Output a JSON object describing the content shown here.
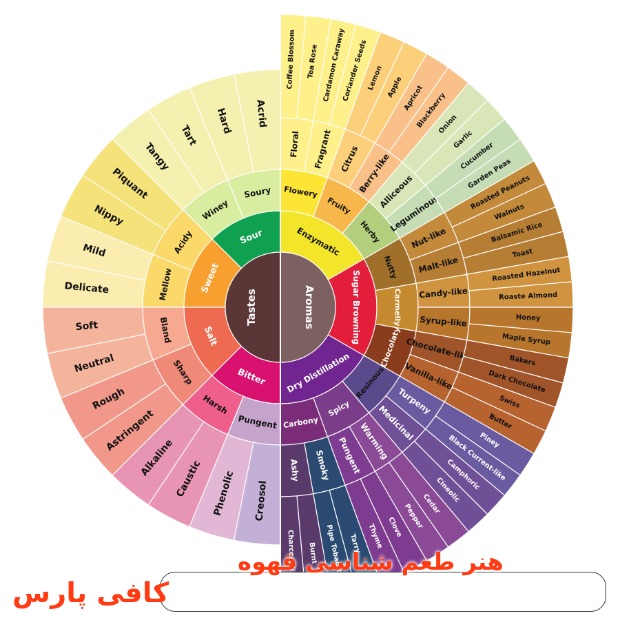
{
  "center": {
    "tastes_label": "Tastes",
    "aromas_label": "Aromas",
    "tastes_color": "#5b3636",
    "aromas_color": "#7d6060"
  },
  "tastes": [
    {
      "label": "Sour",
      "color": "#0fa050",
      "light": true,
      "subs": [
        {
          "label": "Soury",
          "color": "#d9eda0",
          "leaves": [
            {
              "label": "Acrid",
              "color": "#f4f0b0"
            },
            {
              "label": "Hard",
              "color": "#f4f0b0"
            }
          ]
        },
        {
          "label": "Winey",
          "color": "#d9eda0",
          "leaves": [
            {
              "label": "Tart",
              "color": "#f4f0b0"
            },
            {
              "label": "Tangy",
              "color": "#f4f0b0"
            }
          ]
        }
      ]
    },
    {
      "label": "Sweet",
      "color": "#f7a030",
      "light": true,
      "subs": [
        {
          "label": "Acidy",
          "color": "#fad86a",
          "leaves": [
            {
              "label": "Piquant",
              "color": "#f6e27a"
            },
            {
              "label": "Nippy",
              "color": "#f6e27a"
            }
          ]
        },
        {
          "label": "Mellow",
          "color": "#fad86a",
          "leaves": [
            {
              "label": "Mild",
              "color": "#fbedb0"
            },
            {
              "label": "Delicate",
              "color": "#fbedb0"
            }
          ]
        }
      ]
    },
    {
      "label": "Salt",
      "color": "#ee6a50",
      "light": true,
      "subs": [
        {
          "label": "Bland",
          "color": "#f7a890",
          "leaves": [
            {
              "label": "Soft",
              "color": "#f4b49c"
            },
            {
              "label": "Neutral",
              "color": "#f4b49c"
            }
          ]
        },
        {
          "label": "Sharp",
          "color": "#f08a78",
          "leaves": [
            {
              "label": "Rough",
              "color": "#f2988a"
            },
            {
              "label": "Astringent",
              "color": "#f2988a"
            }
          ]
        }
      ]
    },
    {
      "label": "Bitter",
      "color": "#d8126e",
      "light": true,
      "subs": [
        {
          "label": "Harsh",
          "color": "#ee5f8c",
          "leaves": [
            {
              "label": "Alkaline",
              "color": "#e894b4"
            },
            {
              "label": "Caustic",
              "color": "#e894b4"
            }
          ]
        },
        {
          "label": "Pungent",
          "color": "#c5a4cc",
          "leaves": [
            {
              "label": "Phenolic",
              "color": "#e2b7d6"
            },
            {
              "label": "Creosol",
              "color": "#c3b0d6"
            }
          ]
        }
      ]
    }
  ],
  "aromas": [
    {
      "label": "Enzymatic",
      "color": "#f2e52a",
      "light": false,
      "subs": [
        {
          "label": "Flowery",
          "color": "#fde535",
          "leaves": [
            {
              "label": "Floral",
              "color": "#fef08a",
              "outer": [
                "Coffee Blossom",
                "Tea Rose"
              ]
            },
            {
              "label": "Fragrant",
              "color": "#fef08a",
              "outer": [
                "Cardamon Caraway",
                "Coriander Seeds"
              ]
            }
          ]
        },
        {
          "label": "Fruity",
          "color": "#f8b74a",
          "leaves": [
            {
              "label": "Citrus",
              "color": "#fcd07a",
              "outer": [
                "Lemon",
                "Apple"
              ]
            },
            {
              "label": "Berry-like",
              "color": "#f9c089",
              "outer": [
                "Apricot",
                "Blackberry"
              ]
            }
          ]
        },
        {
          "label": "Herby",
          "color": "#b3cf7e",
          "leaves": [
            {
              "label": "Alliceous",
              "color": "#d9e7b8",
              "outer": [
                "Onion",
                "Garlic"
              ]
            },
            {
              "label": "Leguminous",
              "color": "#c6dcb4",
              "outer": [
                "Cucumber",
                "Garden Peas"
              ]
            }
          ]
        }
      ]
    },
    {
      "label": "Sugar Browning",
      "color": "#e31e3a",
      "light": true,
      "subs": [
        {
          "label": "Nutty",
          "color": "#a0702a",
          "leaves": [
            {
              "label": "Nut-like",
              "color": "#c38a3c",
              "outer": [
                "Roasted Peanuts",
                "Walnuts"
              ]
            },
            {
              "label": "Malt-like",
              "color": "#b67e34",
              "outer": [
                "Balsamic Rice",
                "Toast"
              ]
            }
          ]
        },
        {
          "label": "Carmelly",
          "color": "#c58a30",
          "leaves": [
            {
              "label": "Candy-like",
              "color": "#d09440",
              "outer": [
                "Roasted Hazelnut",
                "Roaste Almond"
              ]
            },
            {
              "label": "Syrup-like",
              "color": "#b7762c",
              "outer": [
                "Honey",
                "Maple Syrup"
              ]
            }
          ]
        },
        {
          "label": "Chocolaty",
          "color": "#8a3d1c",
          "leaves": [
            {
              "label": "Chocolate-like",
              "color": "#a0542a",
              "outer": [
                "Bakers",
                "Dark Chocolate"
              ]
            },
            {
              "label": "Vanilla-like",
              "color": "#b66330",
              "outer": [
                "Swiss",
                "Butter"
              ]
            }
          ]
        }
      ]
    },
    {
      "label": "Dry Distillation",
      "color": "#702590",
      "light": true,
      "subs": [
        {
          "label": "Resinous",
          "color": "#5a4a8c",
          "leaves": [
            {
              "label": "Turpeny",
              "color": "#6a5aa0",
              "outer": [
                "Piney",
                "Black Current-like"
              ]
            },
            {
              "label": "Medicinal",
              "color": "#6f4f96",
              "outer": [
                "Camphoric",
                "Cineolic"
              ]
            }
          ]
        },
        {
          "label": "Spicy",
          "color": "#7a3d8a",
          "leaves": [
            {
              "label": "Warming",
              "color": "#8a4a96",
              "outer": [
                "Cedar",
                "Pepper"
              ]
            },
            {
              "label": "Pungent",
              "color": "#7e3c90",
              "outer": [
                "Clove",
                "Thyme"
              ]
            }
          ]
        },
        {
          "label": "Carbony",
          "color": "#7a2c78",
          "leaves": [
            {
              "label": "Smoky",
              "color": "#2a4a72",
              "outer": [
                "Tarry",
                "Pipe Tobacco"
              ]
            },
            {
              "label": "Ashy",
              "color": "#5a3a6a",
              "outer": [
                "Burnt",
                "Charcoal-like"
              ]
            }
          ]
        }
      ]
    }
  ],
  "caption": "هنر طعم شناسی قهوه",
  "brand": "کافی پارس"
}
